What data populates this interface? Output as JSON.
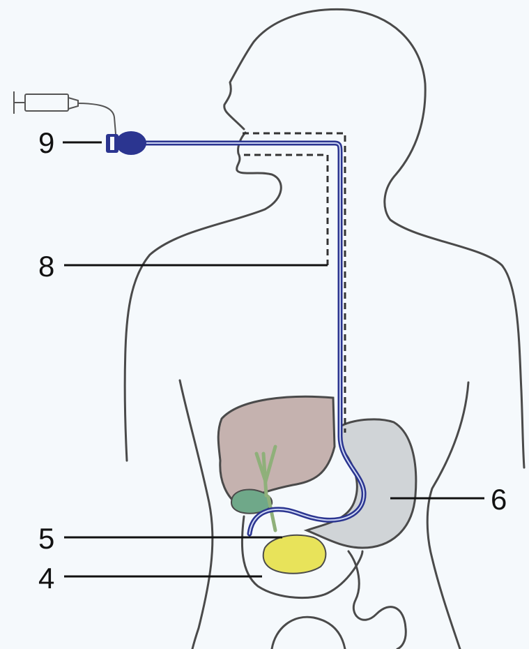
{
  "labels": {
    "n9": "9",
    "n8": "8",
    "n6": "6",
    "n5": "5",
    "n4": "4"
  },
  "colors": {
    "background": "#f5f9fc",
    "outline": "#4a4a4a",
    "tube": "#2b3590",
    "tube_highlight": "#cfd8f5",
    "liver": "#b49a96",
    "stomach": "#c9ced0",
    "gallbladder": "#6fa889",
    "bile_duct": "#8fb07a",
    "pancreas": "#e8e35a",
    "duodenum_wall": "#d0d8e8"
  }
}
